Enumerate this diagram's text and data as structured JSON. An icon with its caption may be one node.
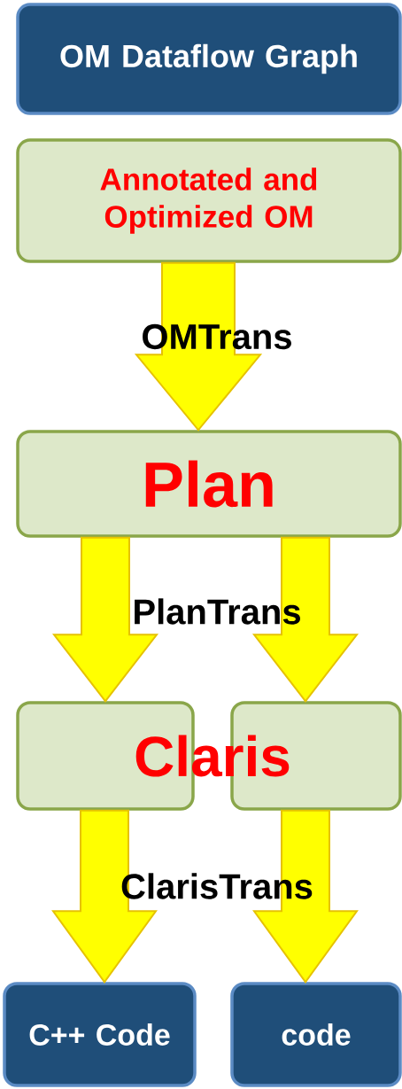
{
  "diagram": {
    "nodes": [
      {
        "text": [
          "OM Dataflow Graph"
        ]
      },
      {
        "text": [
          "Annotated and Optimized OM"
        ]
      },
      {
        "text": [
          "Plan"
        ]
      },
      {
        "text": [],
        "shape": "box"
      },
      {
        "text": [],
        "shape": "box"
      },
      {
        "text": [
          "C++ Code"
        ]
      },
      {
        "text": [
          "code"
        ]
      }
    ],
    "edges": [
      {
        "from": 1,
        "to": 2,
        "arrow": "to",
        "label": "OMTrans"
      },
      {
        "from": 2,
        "to": 3,
        "arrow": "to"
      },
      {
        "from": 2,
        "to": 4,
        "arrow": "to"
      },
      {
        "from": 3,
        "to": 5,
        "arrow": "to"
      },
      {
        "from": 4,
        "to": 6,
        "arrow": "to"
      }
    ],
    "labels": [
      "PlanTrans",
      "Claris",
      "ClarisTrans"
    ]
  }
}
